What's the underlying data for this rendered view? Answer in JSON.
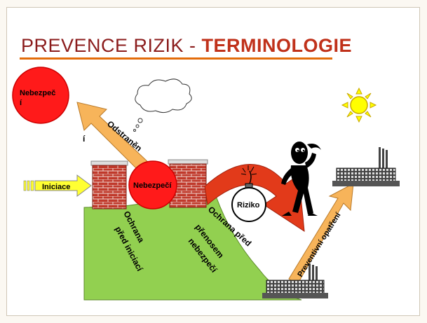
{
  "title": {
    "part1": "PREVENCE RIZIK",
    "separator": " - ",
    "part2": "TERMINOLOGIE"
  },
  "labels": {
    "hazard_top_line1": "Nebezpeč",
    "hazard_top_line2": "í",
    "hazard_center": "Nebezpečí",
    "removal_line1": "Odstraněn",
    "removal_line2": "í",
    "initiation": "Iniciace",
    "risk": "Riziko",
    "protection1_line1": "Ochrana",
    "protection1_line2": "před iniciací",
    "protection2_line1": "Ochrana před",
    "protection2_line2": "přenosem",
    "protection2_line3": "nebezpečí",
    "preventive": "Preventivní opatření"
  },
  "colors": {
    "title": "#8b1c1c",
    "title_accent": "#c0311a",
    "underline": "#e36c0a",
    "hazard": "#ff1a1a",
    "hill": "#92d050",
    "arrow_orange": "#f7b45a",
    "arrow_red": "#e23a1a",
    "initiation_arrow": "#ffff33",
    "brick": "#c0392b",
    "sun": "#ffff00"
  },
  "icons": [
    "cloud-icon",
    "sun-icon",
    "bomb-icon",
    "factory-icon",
    "thinking-man-icon",
    "brick-wall-icon"
  ]
}
